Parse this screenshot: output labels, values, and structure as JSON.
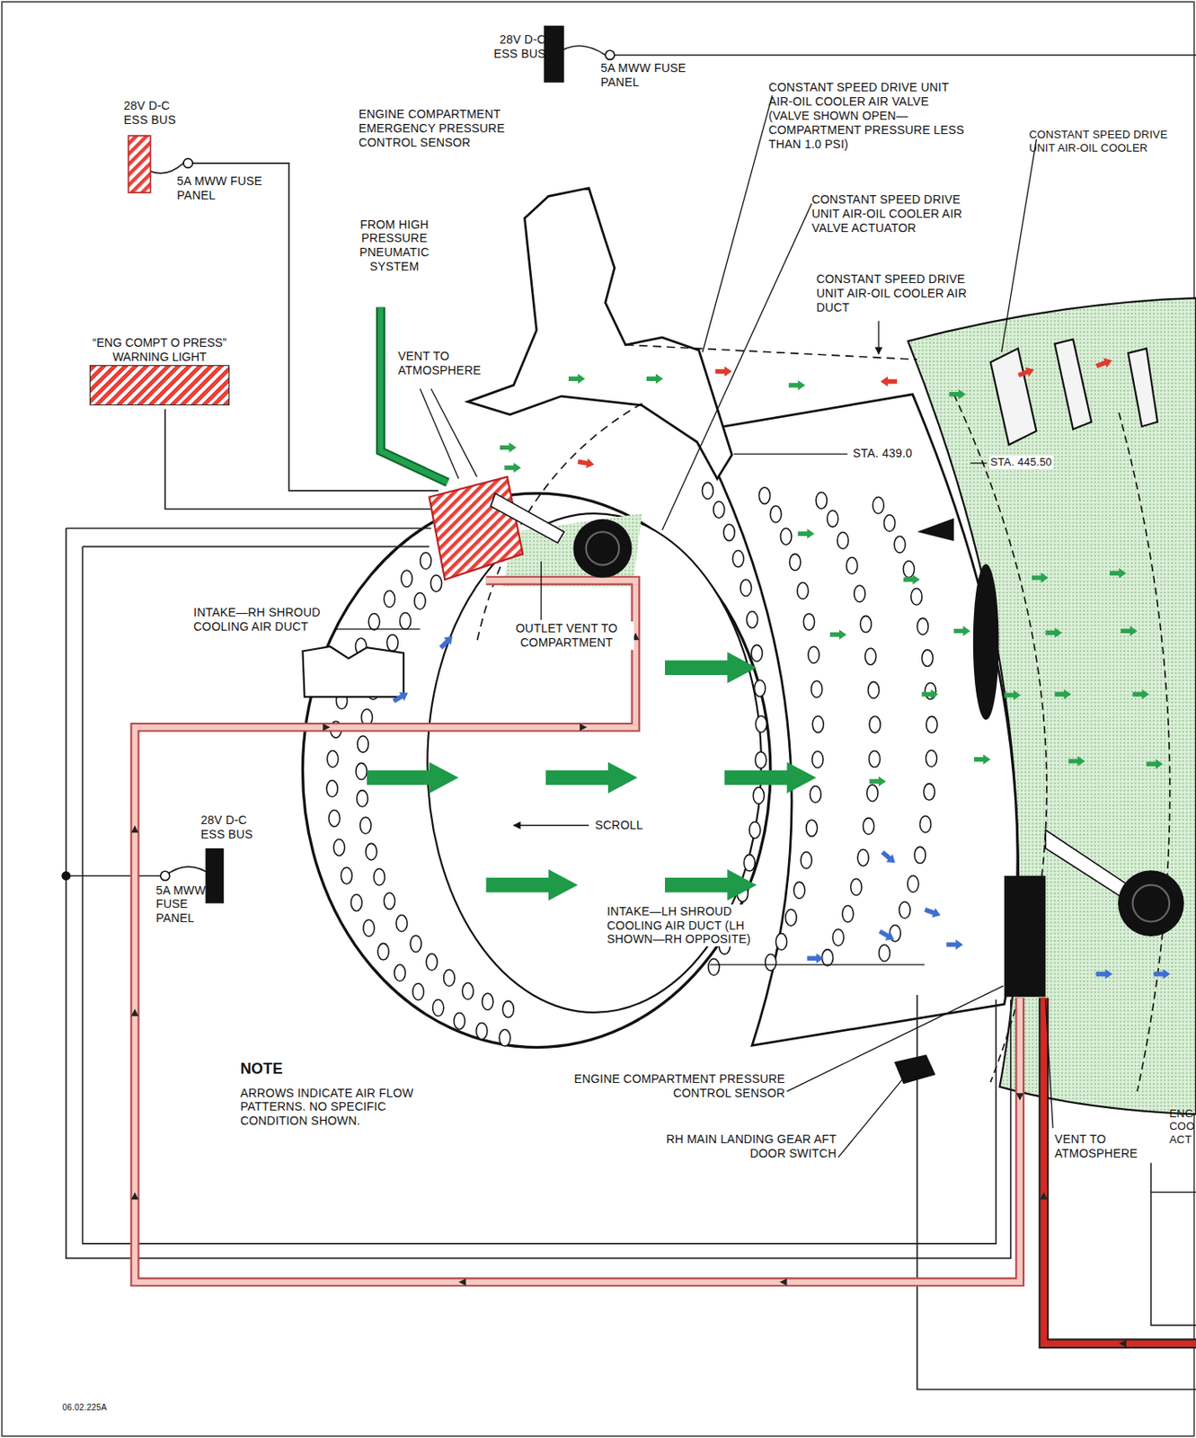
{
  "diagram": {
    "nodes": [
      {
        "text": [
          "“ENG COMPT O PRESS” WARNING LIGHT"
        ]
      }
    ],
    "labels": [
      "28V D-C ESS BUS",
      "5A MWW FUSE PANEL",
      "28V D-C ESS BUS",
      "5A MWW FUSE PANEL",
      "ENGINE COMPARTMENT EMERGENCY PRESSURE CONTROL SENSOR",
      "CONSTANT SPEED DRIVE UNIT AIR-OIL COOLER AIR VALVE (VALVE SHOWN OPEN—COMPARTMENT PRESSURE LESS THAN 1.0 PSI)",
      "CONSTANT SPEED DRIVE UNIT AIR-OIL COOLER",
      "CONSTANT SPEED DRIVE UNIT AIR-OIL COOLER AIR VALVE ACTUATOR",
      "CONSTANT SPEED DRIVE UNIT AIR-OIL COOLER AIR DUCT",
      "FROM HIGH PRESSURE PNEUMATIC SYSTEM",
      "VENT TO ATMOSPHERE",
      "STA. 439.0",
      "STA. 445.50",
      "INTAKE—RH SHROUD COOLING AIR DUCT",
      "OUTLET VENT TO COMPARTMENT",
      "SCROLL",
      "INTAKE—LH SHROUD COOLING AIR DUCT (LH SHOWN—RH OPPOSITE)",
      "28V D-C ESS BUS",
      "5A MWW FUSE PANEL",
      "NOTE",
      "ARROWS INDICATE AIR FLOW PATTERNS. NO SPECIFIC CONDITION SHOWN.",
      "ENGINE COMPARTMENT PRESSURE CONTROL SENSOR",
      "RH MAIN LANDING GEAR AFT DOOR SWITCH",
      "VENT TO ATMOSPHERE",
      "ENG COO ACT",
      "06.02.225A"
    ]
  }
}
